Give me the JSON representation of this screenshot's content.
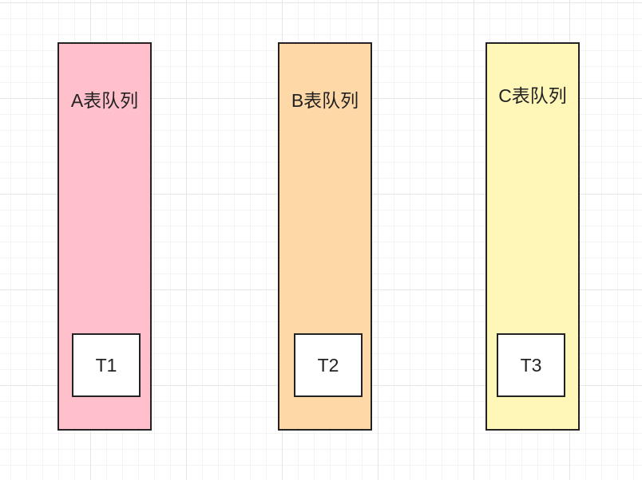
{
  "queues": [
    {
      "label": "A表队列",
      "fill": "#ffc0cb",
      "table": "T1"
    },
    {
      "label": "B表队列",
      "fill": "#ffd8a8",
      "table": "T2"
    },
    {
      "label": "C表队列",
      "fill": "#fff7b8",
      "table": "T3"
    }
  ],
  "colors": {
    "border": "#222222",
    "grid": "#e6e6e6",
    "table_fill": "#ffffff"
  }
}
